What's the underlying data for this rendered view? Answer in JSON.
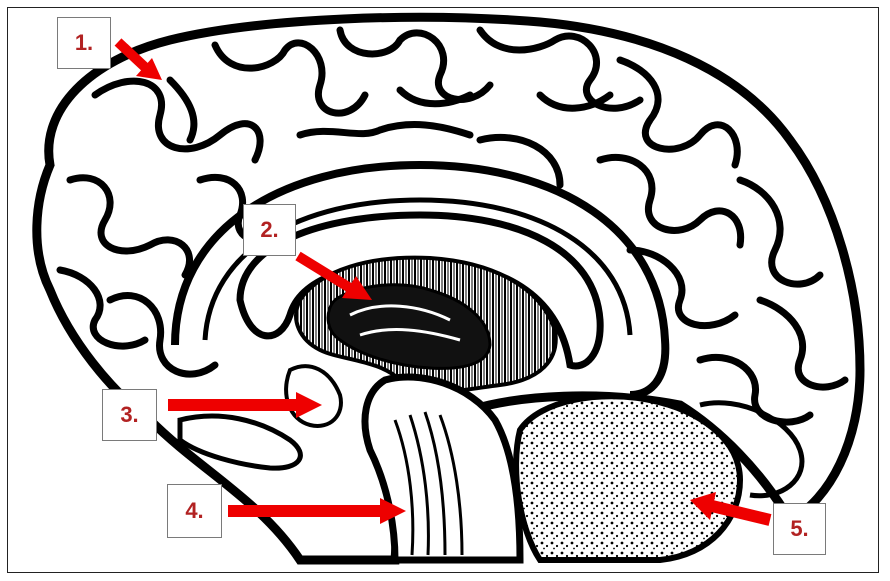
{
  "labels": [
    {
      "id": "1",
      "text": "1."
    },
    {
      "id": "2",
      "text": "2."
    },
    {
      "id": "3",
      "text": "3."
    },
    {
      "id": "4",
      "text": "4."
    },
    {
      "id": "5",
      "text": "5."
    }
  ],
  "colors": {
    "label_text": "#b22222",
    "arrow": "#ee0000",
    "ink": "#000000",
    "background": "#ffffff"
  }
}
